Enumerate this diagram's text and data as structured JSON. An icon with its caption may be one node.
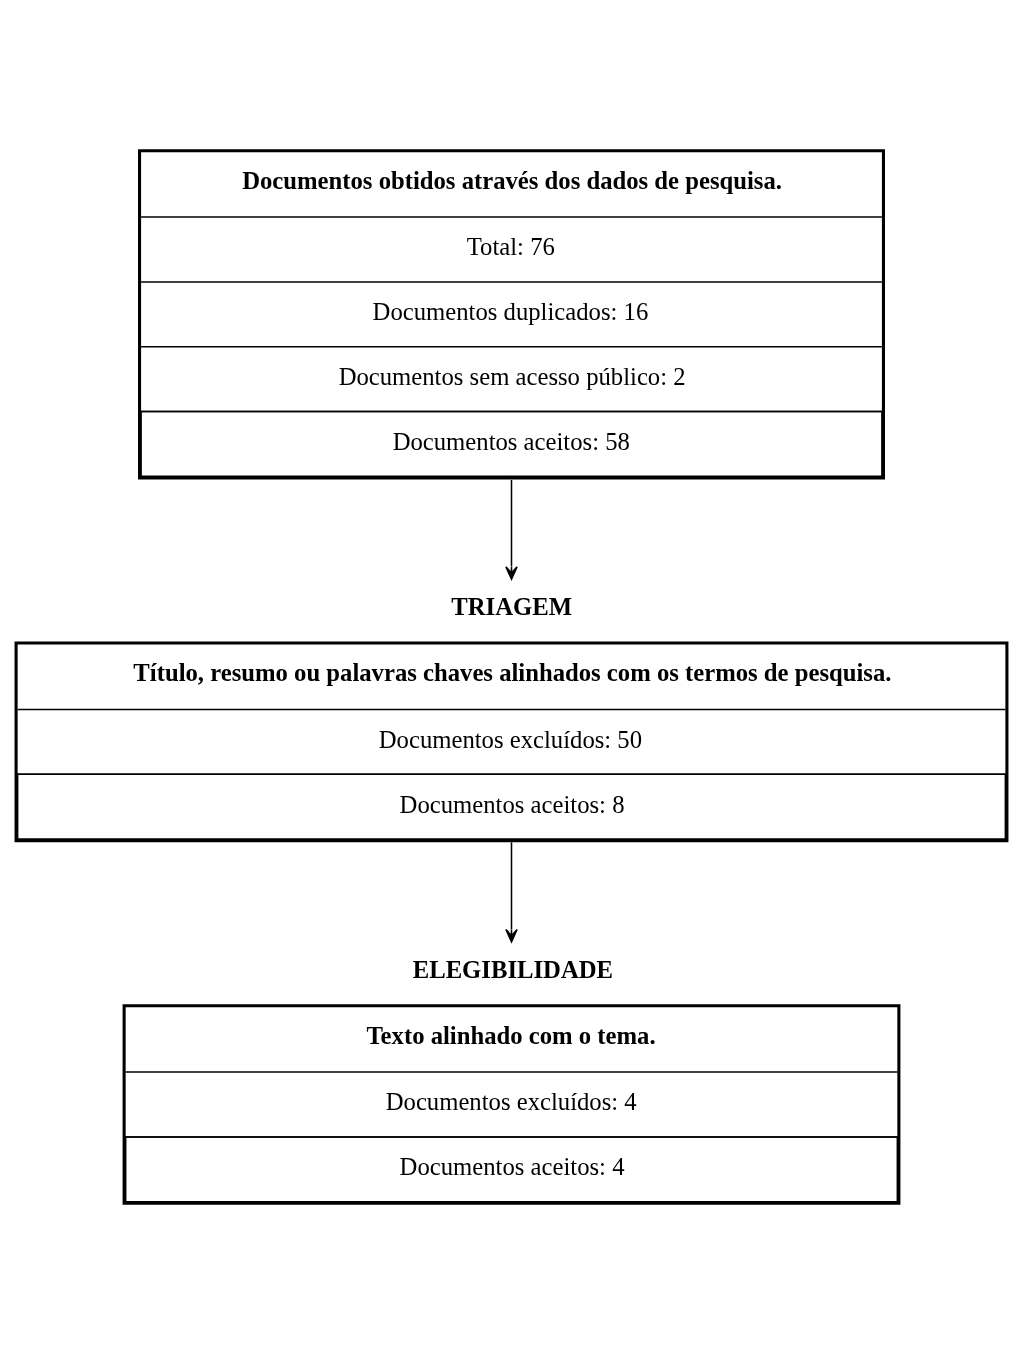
{
  "diagram": {
    "nodes": [
      {
        "text": [
          "Documentos obtidos através dos dados de pesquisa.",
          "Total: 76",
          "Documentos duplicados: 16",
          "Documentos sem acesso público: 2",
          "Documentos aceitos: 58"
        ]
      },
      {
        "text": [
          "TRIAGEM",
          "Título, resumo ou palavras chaves alinhados com os termos de pesquisa.",
          "Documentos excluídos: 50",
          "Documentos aceitos: 8"
        ]
      },
      {
        "text": [
          "ELEGIBILIDADE",
          "Texto alinhado com o tema.",
          "Documentos excluídos: 4",
          "Documentos aceitos: 4"
        ]
      }
    ],
    "edges": [
      {
        "from": 0,
        "to": 1,
        "arrow": "to"
      },
      {
        "from": 1,
        "to": 2,
        "arrow": "to"
      }
    ]
  }
}
